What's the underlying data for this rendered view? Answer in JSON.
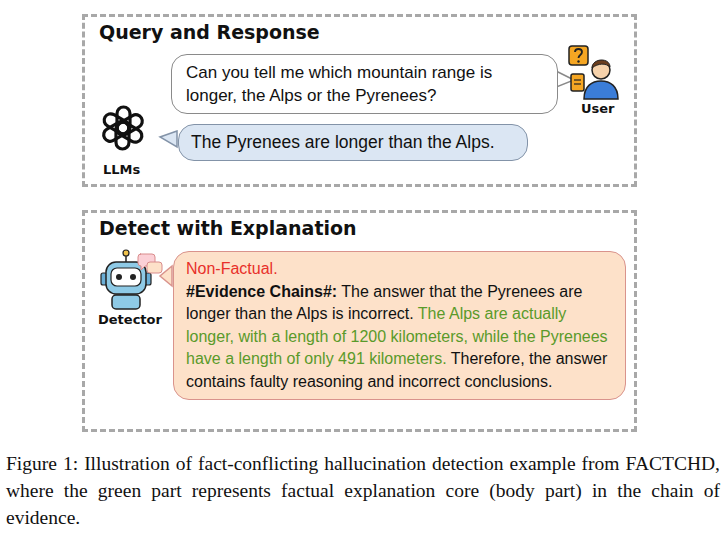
{
  "diagram": {
    "caption": "Figure 1: Illustration of fact-conflicting hallucination detection example from FACTCHD, where the green part represents factual explanation core (body part) in the chain of evidence.",
    "nodes": [
      {
        "text": [
          "Query and Response"
        ]
      },
      {
        "text": [
          "Can you tell me which mountain range is longer, the Alps or the Pyrenees?"
        ],
        "in": 0
      },
      {
        "text": [
          "The Pyrenees are longer than the Alps."
        ],
        "in": 0
      },
      {
        "text": [
          "Detect with Explanation"
        ]
      },
      {
        "text": [
          "Non-Factual.",
          "#Evidence Chains#:",
          "The answer that the Pyrenees are longer than the Alps is incorrect.",
          "The Alps are actually longer, with a length of 1200 kilometers, while the Pyrenees have a length of only 491 kilometers.",
          "Therefore, the answer contains faulty reasoning and incorrect conclusions."
        ],
        "in": 3
      }
    ],
    "labels": [
      "User",
      "LLMs",
      "Detector"
    ]
  }
}
